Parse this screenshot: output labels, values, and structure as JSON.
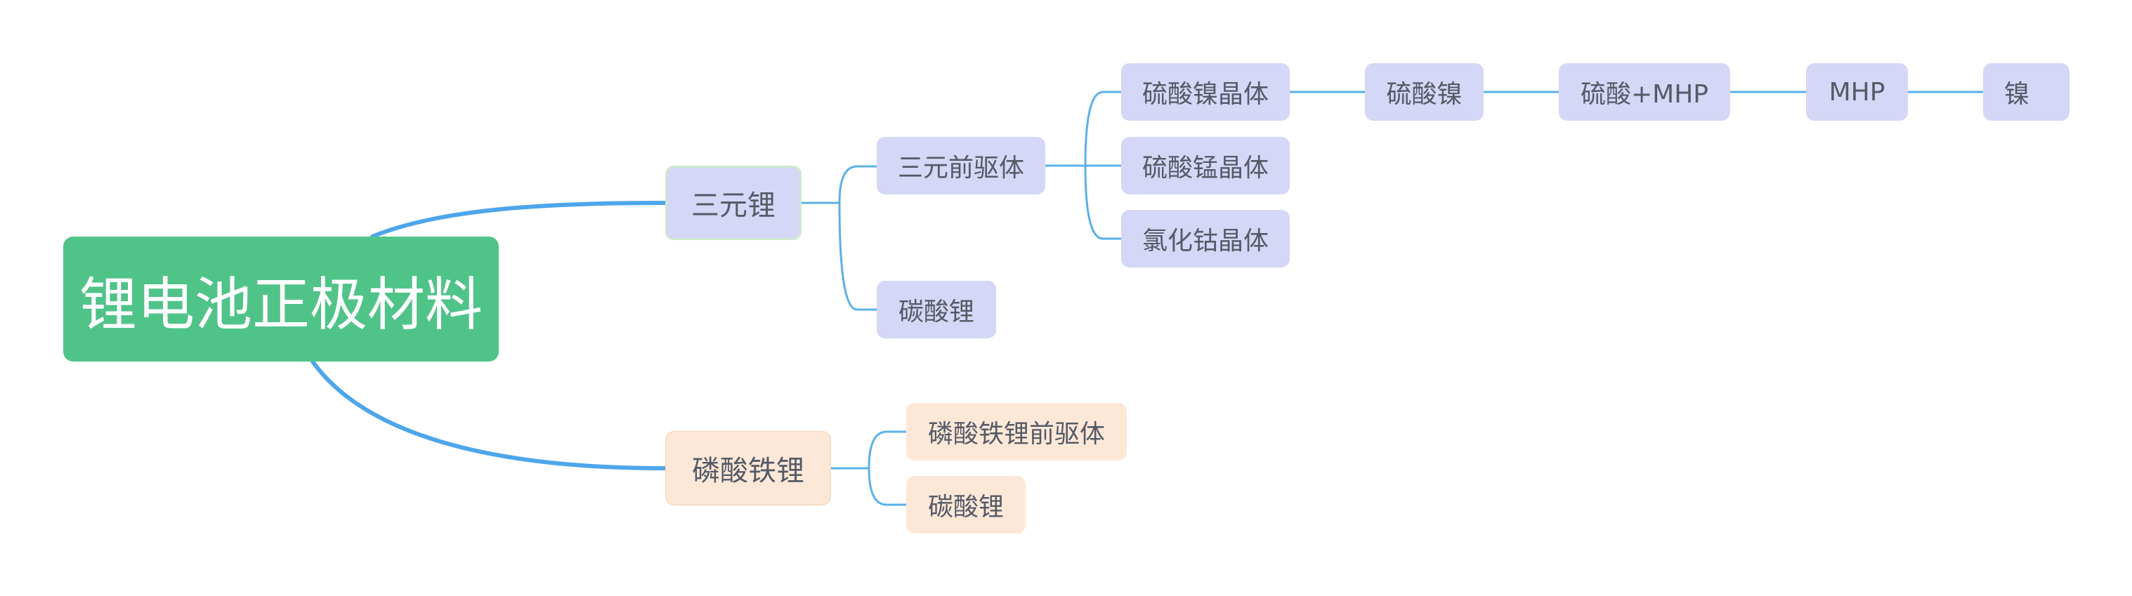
{
  "root": {
    "label": "锂电池正极材料"
  },
  "branches": [
    {
      "label": "三元锂",
      "children": [
        {
          "label": "三元前驱体",
          "children": [
            {
              "label": "硫酸镍晶体",
              "chain": [
                "硫酸镍",
                "硫酸+MHP",
                "MHP",
                "镍"
              ]
            },
            {
              "label": "硫酸锰晶体"
            },
            {
              "label": "氯化钴晶体"
            }
          ]
        },
        {
          "label": "碳酸锂"
        }
      ]
    },
    {
      "label": "磷酸铁锂",
      "children": [
        {
          "label": "磷酸铁锂前驱体"
        },
        {
          "label": "碳酸锂"
        }
      ]
    }
  ],
  "colors": {
    "root_fill": "#50c389",
    "branch_line": "#4da6ea",
    "connector_line": "#5ab0e8",
    "purple_node": "#d5d7f7",
    "peach_node": "#fde8d8"
  }
}
